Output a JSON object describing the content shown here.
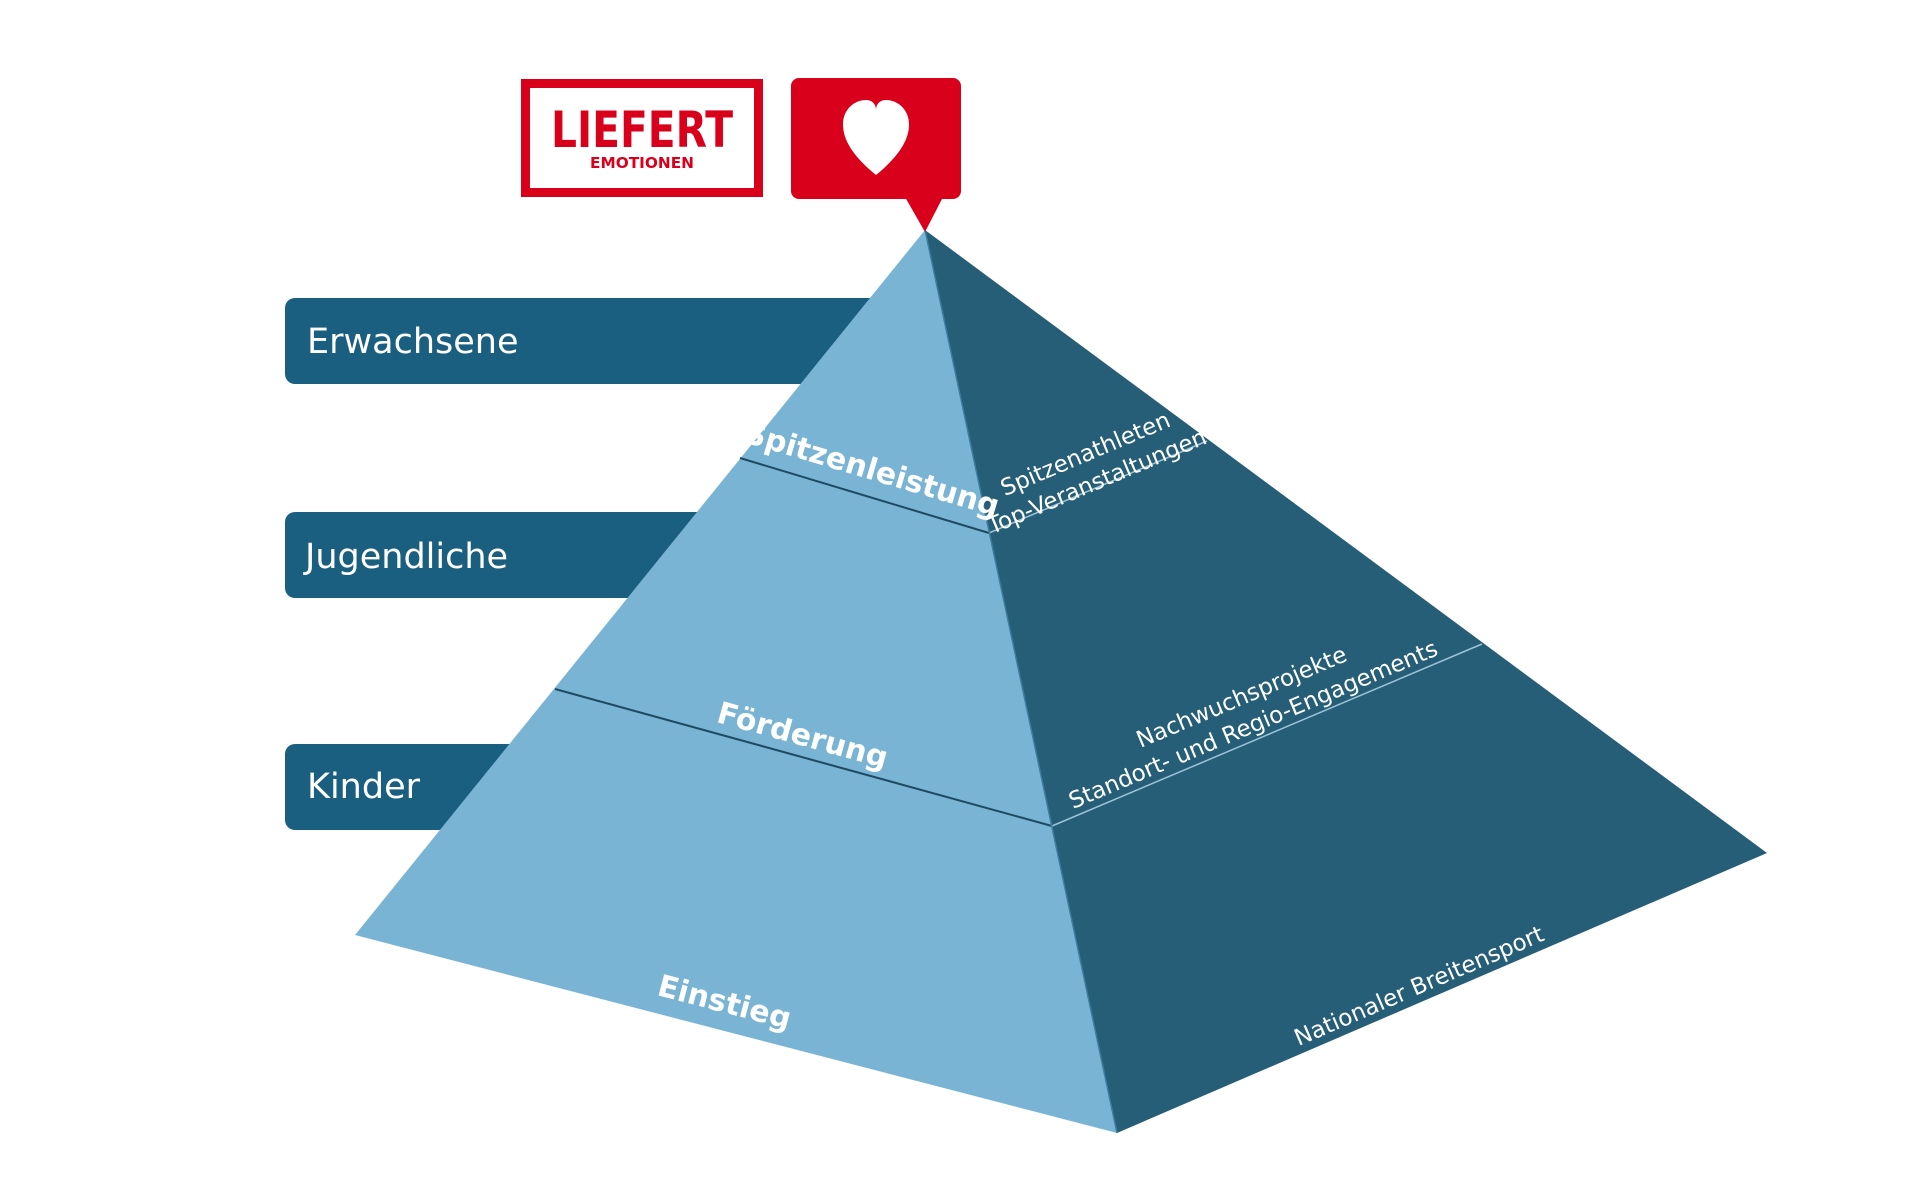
{
  "logo": {
    "word": "LIEFERT",
    "subword": "EMOTIONEN",
    "icon": "heart-icon"
  },
  "age_groups": [
    {
      "label": "Erwachsene"
    },
    {
      "label": "Jugendliche"
    },
    {
      "label": "Kinder"
    }
  ],
  "tiers": [
    {
      "label": "Spitzenleistung",
      "descriptions": [
        "Spitzenathleten",
        "Top-Veranstaltungen"
      ]
    },
    {
      "label": "Förderung",
      "descriptions": [
        "Nachwuchsprojekte",
        "Standort- und Regio-Engagements"
      ]
    },
    {
      "label": "Einstieg",
      "descriptions": [
        "Nationaler Breitensport"
      ]
    }
  ],
  "colors": {
    "light_face": "#7ab4d4",
    "dark_face": "#265e78",
    "tab": "#1b5f80",
    "brand_red": "#d9001b",
    "divider": "#1e4a61"
  }
}
